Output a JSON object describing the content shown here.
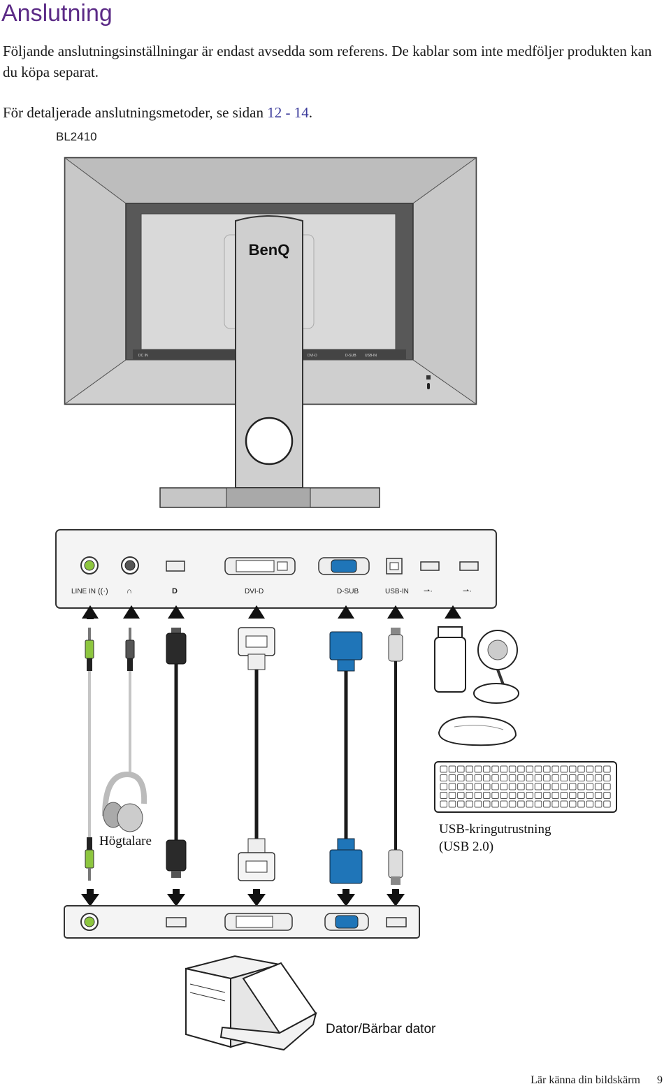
{
  "page": {
    "title": "Anslutning",
    "intro": "Följande anslutningsinställningar är endast avsedda som referens. De kablar som inte medföljer produkten kan du köpa separat.",
    "details_prefix": "För detaljerade anslutningsmetoder, se sidan ",
    "details_pages": "12 - 14",
    "details_suffix": ".",
    "model": "BL2410"
  },
  "diagram": {
    "monitor_brand": "BenQ",
    "rear_ports": {
      "dc_in": "DC IN",
      "dvi": "DVI-D",
      "dsub": "D-SUB",
      "usb_in": "USB-IN"
    },
    "port_panel": {
      "line_in": "LINE IN",
      "dvi": "DVI-D",
      "dsub": "D-SUB",
      "usb_in": "USB-IN"
    },
    "speakers_label": "Högtalare",
    "usb_peripherals_line1": "USB-kringutrustning",
    "usb_peripherals_line2": "(USB 2.0)",
    "computer_label": "Dator/Bärbar dator"
  },
  "footer": {
    "section": "Lär känna din bildskärm",
    "page_number": "9"
  },
  "colors": {
    "title": "#5b2a86",
    "audio_green": "#8dc63f",
    "vga_blue": "#1f75b8",
    "monitor_gray": "#d7d7d7"
  }
}
